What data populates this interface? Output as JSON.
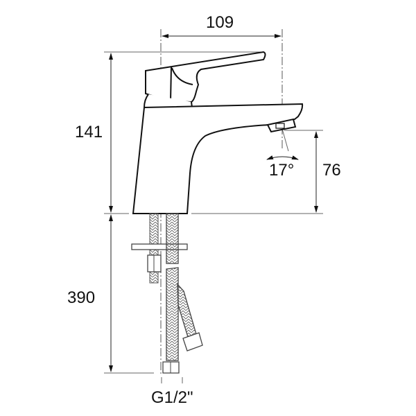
{
  "dimensions": {
    "width_reach": "109",
    "height_total": "141",
    "spout_height": "76",
    "spout_angle": "17°",
    "hose_length": "390",
    "connection": "G1/2\""
  }
}
